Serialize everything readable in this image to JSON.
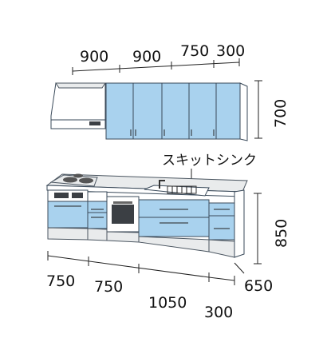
{
  "dimensions": {
    "upper_widths": [
      "900",
      "900",
      "750",
      "300"
    ],
    "upper_height": "700",
    "lower_widths_row1": [
      "750",
      "750"
    ],
    "lower_width_row2": "1050",
    "lower_width_row3": "300",
    "counter_height": "850",
    "depth": "650"
  },
  "labels": {
    "sink": "スキットシンク"
  },
  "colors": {
    "door_blue": "#a9d2ee",
    "outline": "#3a4a5a"
  }
}
